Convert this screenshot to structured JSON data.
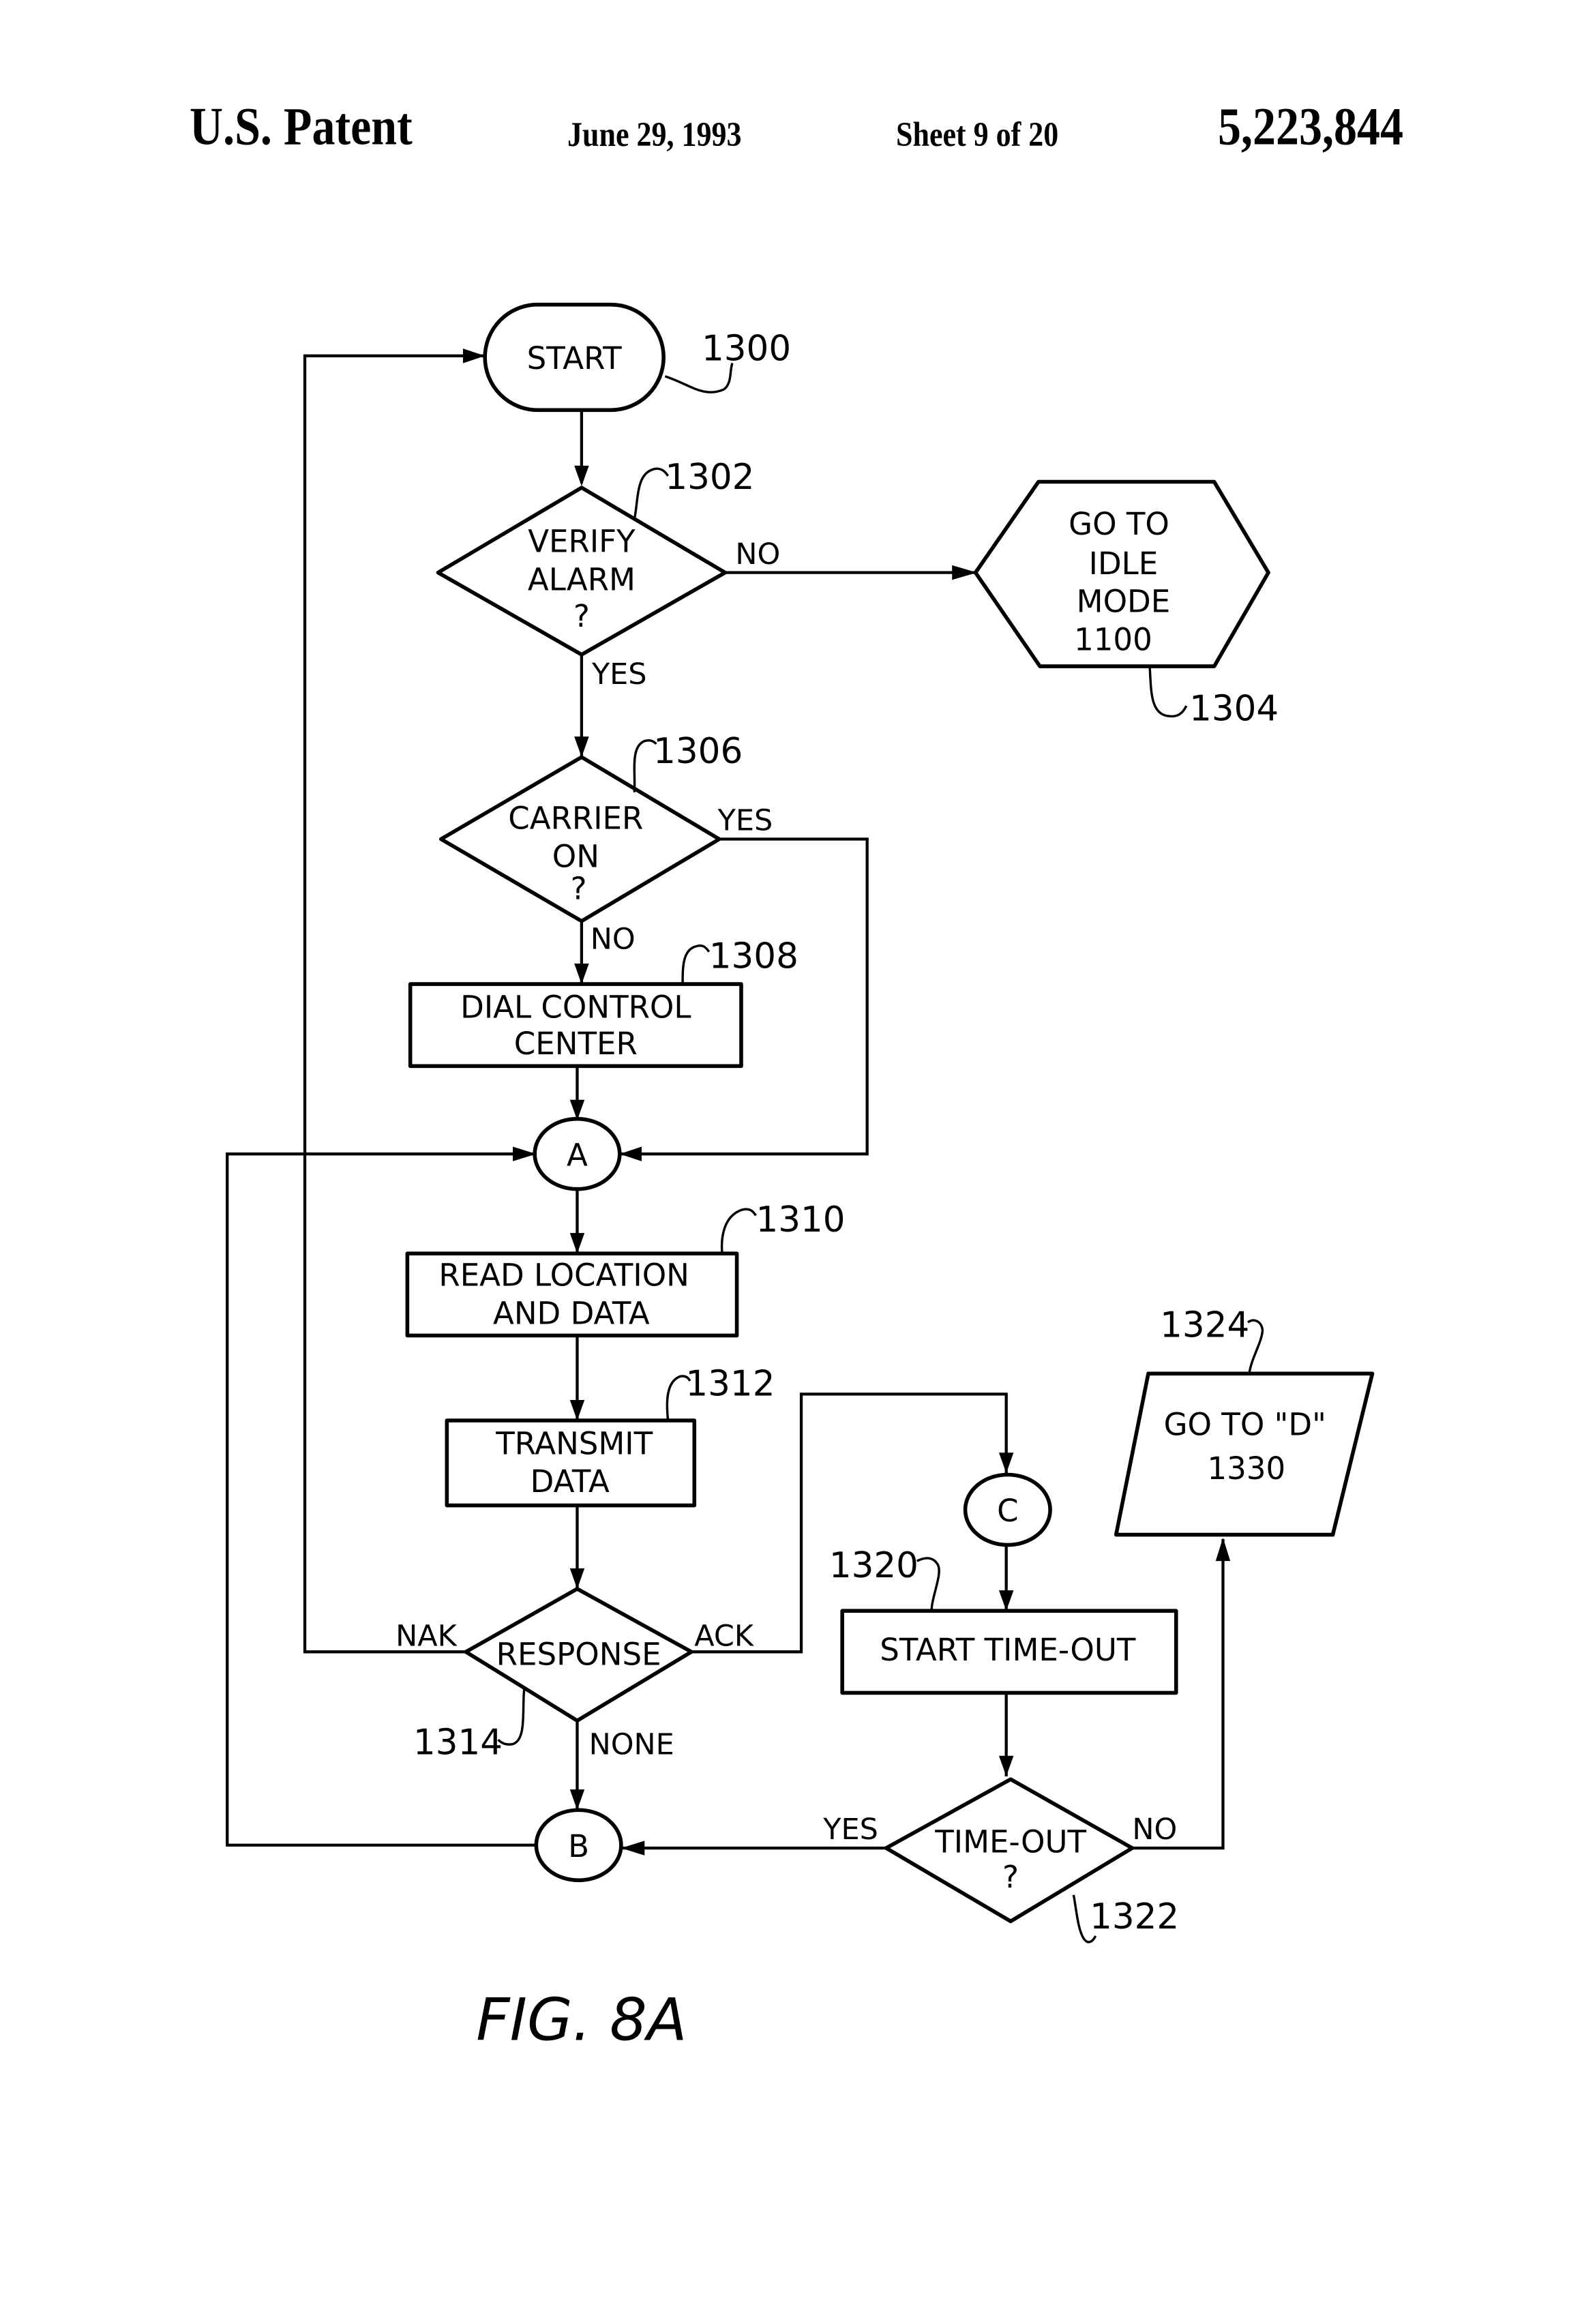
{
  "header": {
    "left": "U.S. Patent",
    "date": "June 29, 1993",
    "sheet": "Sheet 9 of 20",
    "patent_number": "5,223,844"
  },
  "figure": {
    "caption": "FIG. 8A",
    "nodes": {
      "start": {
        "ref": "1300",
        "lines": [
          "START"
        ]
      },
      "verify_alarm": {
        "ref": "1302",
        "lines": [
          "VERIFY",
          "ALARM",
          "?"
        ]
      },
      "idle_mode": {
        "ref": "1304",
        "lines": [
          "GO TO",
          "IDLE",
          "MODE",
          "1100"
        ]
      },
      "carrier_on": {
        "ref": "1306",
        "lines": [
          "CARRIER",
          "ON",
          "?"
        ]
      },
      "dial_control": {
        "ref": "1308",
        "lines": [
          "DIAL CONTROL",
          "CENTER"
        ]
      },
      "connector_a": {
        "lines": [
          "A"
        ]
      },
      "read_location": {
        "ref": "1310",
        "lines": [
          "READ LOCATION",
          "AND DATA"
        ]
      },
      "transmit_data": {
        "ref": "1312",
        "lines": [
          "TRANSMIT",
          "DATA"
        ]
      },
      "response": {
        "ref": "1314",
        "lines": [
          "RESPONSE"
        ]
      },
      "connector_b": {
        "lines": [
          "B"
        ]
      },
      "connector_c": {
        "lines": [
          "C"
        ]
      },
      "start_timeout": {
        "ref": "1320",
        "lines": [
          "START  TIME-OUT"
        ]
      },
      "timeout": {
        "ref": "1322",
        "lines": [
          "TIME-OUT",
          "?"
        ]
      },
      "goto_d": {
        "ref": "1324",
        "lines": [
          "GO TO \"D\"",
          "1330"
        ]
      }
    },
    "edge_labels": {
      "verify_no": "NO",
      "verify_yes": "YES",
      "carrier_yes": "YES",
      "carrier_no": "NO",
      "response_nak": "NAK",
      "response_ack": "ACK",
      "response_none": "NONE",
      "timeout_yes": "YES",
      "timeout_no": "NO"
    }
  }
}
